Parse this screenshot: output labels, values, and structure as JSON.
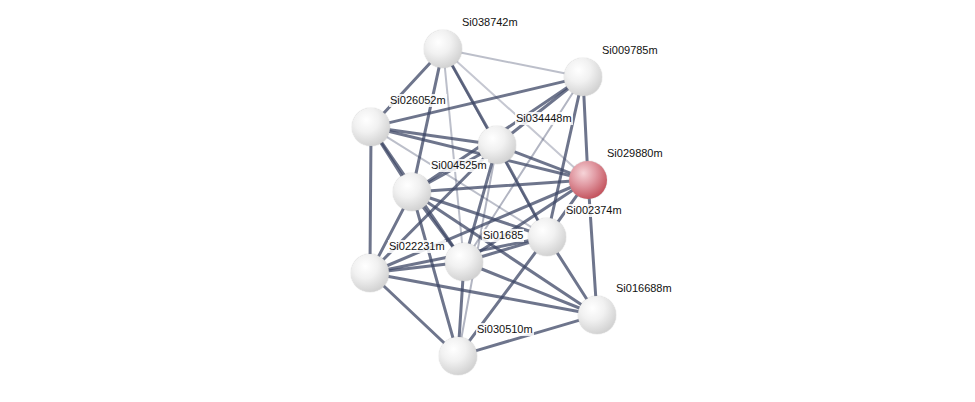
{
  "diagram": {
    "nodes": [
      {
        "text": [
          "Si038742m"
        ]
      },
      {
        "text": [
          "Si009785m"
        ]
      },
      {
        "text": [
          "Si026052m"
        ]
      },
      {
        "text": [
          "Si034448m"
        ]
      },
      {
        "text": [
          "Si029880m"
        ]
      },
      {
        "text": [
          "Si004525m"
        ]
      },
      {
        "text": [
          "Si002374m"
        ]
      },
      {
        "text": [
          "Si01685"
        ]
      },
      {
        "text": [
          "Si022231m"
        ]
      },
      {
        "text": [
          "Si016688m"
        ]
      },
      {
        "text": [
          "Si030510m"
        ]
      }
    ],
    "edges": [
      {
        "from": 0,
        "to": 1,
        "arrow": "none"
      },
      {
        "from": 0,
        "to": 2,
        "arrow": "none"
      },
      {
        "from": 0,
        "to": 3,
        "arrow": "none"
      },
      {
        "from": 0,
        "to": 5,
        "arrow": "none"
      },
      {
        "from": 0,
        "to": 6,
        "arrow": "none"
      },
      {
        "from": 0,
        "to": 7,
        "arrow": "none"
      },
      {
        "from": 0,
        "to": 4,
        "arrow": "none"
      },
      {
        "from": 1,
        "to": 2,
        "arrow": "none"
      },
      {
        "from": 1,
        "to": 3,
        "arrow": "none"
      },
      {
        "from": 1,
        "to": 4,
        "arrow": "none"
      },
      {
        "from": 1,
        "to": 5,
        "arrow": "none"
      },
      {
        "from": 1,
        "to": 7,
        "arrow": "none"
      },
      {
        "from": 1,
        "to": 6,
        "arrow": "none"
      },
      {
        "from": 2,
        "to": 3,
        "arrow": "none"
      },
      {
        "from": 2,
        "to": 4,
        "arrow": "none"
      },
      {
        "from": 2,
        "to": 5,
        "arrow": "none"
      },
      {
        "from": 2,
        "to": 8,
        "arrow": "none"
      },
      {
        "from": 2,
        "to": 7,
        "arrow": "none"
      },
      {
        "from": 2,
        "to": 6,
        "arrow": "none"
      },
      {
        "from": 3,
        "to": 4,
        "arrow": "none"
      },
      {
        "from": 3,
        "to": 5,
        "arrow": "none"
      },
      {
        "from": 3,
        "to": 6,
        "arrow": "none"
      },
      {
        "from": 3,
        "to": 7,
        "arrow": "none"
      },
      {
        "from": 3,
        "to": 8,
        "arrow": "none"
      },
      {
        "from": 3,
        "to": 10,
        "arrow": "none"
      },
      {
        "from": 4,
        "to": 5,
        "arrow": "none"
      },
      {
        "from": 4,
        "to": 6,
        "arrow": "none"
      },
      {
        "from": 4,
        "to": 7,
        "arrow": "none"
      },
      {
        "from": 4,
        "to": 8,
        "arrow": "none"
      },
      {
        "from": 4,
        "to": 9,
        "arrow": "none"
      },
      {
        "from": 5,
        "to": 6,
        "arrow": "none"
      },
      {
        "from": 5,
        "to": 7,
        "arrow": "none"
      },
      {
        "from": 5,
        "to": 8,
        "arrow": "none"
      },
      {
        "from": 5,
        "to": 10,
        "arrow": "none"
      },
      {
        "from": 5,
        "to": 9,
        "arrow": "none"
      },
      {
        "from": 6,
        "to": 7,
        "arrow": "none"
      },
      {
        "from": 6,
        "to": 9,
        "arrow": "none"
      },
      {
        "from": 6,
        "to": 10,
        "arrow": "none"
      },
      {
        "from": 6,
        "to": 8,
        "arrow": "none"
      },
      {
        "from": 7,
        "to": 8,
        "arrow": "none"
      },
      {
        "from": 7,
        "to": 10,
        "arrow": "none"
      },
      {
        "from": 7,
        "to": 9,
        "arrow": "none"
      },
      {
        "from": 8,
        "to": 10,
        "arrow": "none"
      },
      {
        "from": 8,
        "to": 9,
        "arrow": "none"
      },
      {
        "from": 9,
        "to": 10,
        "arrow": "none"
      }
    ]
  }
}
